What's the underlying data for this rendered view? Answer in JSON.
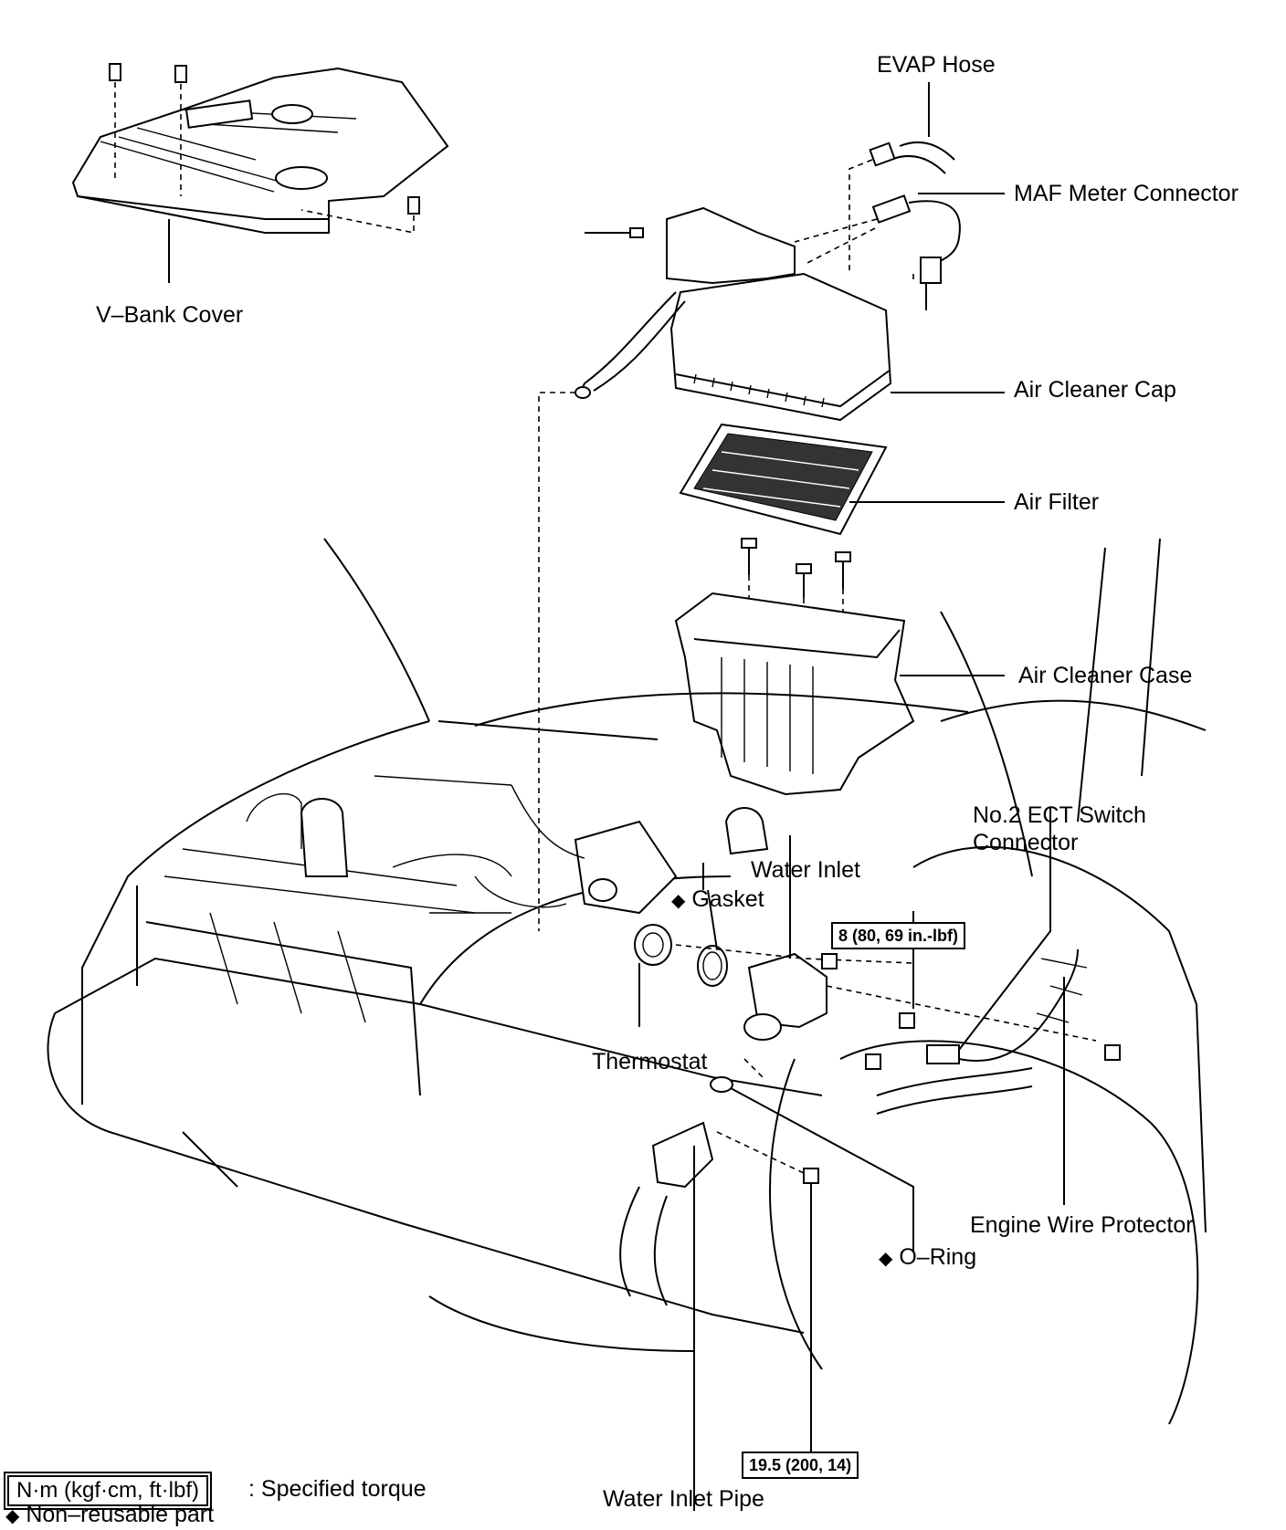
{
  "labels": {
    "evap_hose": "EVAP Hose",
    "maf_meter_connector": "MAF Meter Connector",
    "v_bank_cover": "V–Bank Cover",
    "air_cleaner_cap": "Air Cleaner Cap",
    "air_filter": "Air Filter",
    "air_cleaner_case": "Air Cleaner Case",
    "no2_ect_switch_connector_line1": "No.2 ECT Switch",
    "no2_ect_switch_connector_line2": "Connector",
    "water_inlet": "Water Inlet",
    "gasket": "Gasket",
    "thermostat": "Thermostat",
    "engine_wire_protector": "Engine Wire Protector",
    "o_ring": "O–Ring",
    "water_inlet_pipe": "Water Inlet Pipe"
  },
  "torque": {
    "water_inlet_nut": "8 (80, 69 in.-lbf)",
    "water_inlet_pipe_bolt": "19.5 (200, 14)"
  },
  "legend": {
    "torque_unit": "N·m (kgf·cm, ft·lbf)",
    "torque_desc": ": Specified torque",
    "non_reusable": "Non–reusable part"
  },
  "symbols": {
    "diamond": "◆"
  }
}
